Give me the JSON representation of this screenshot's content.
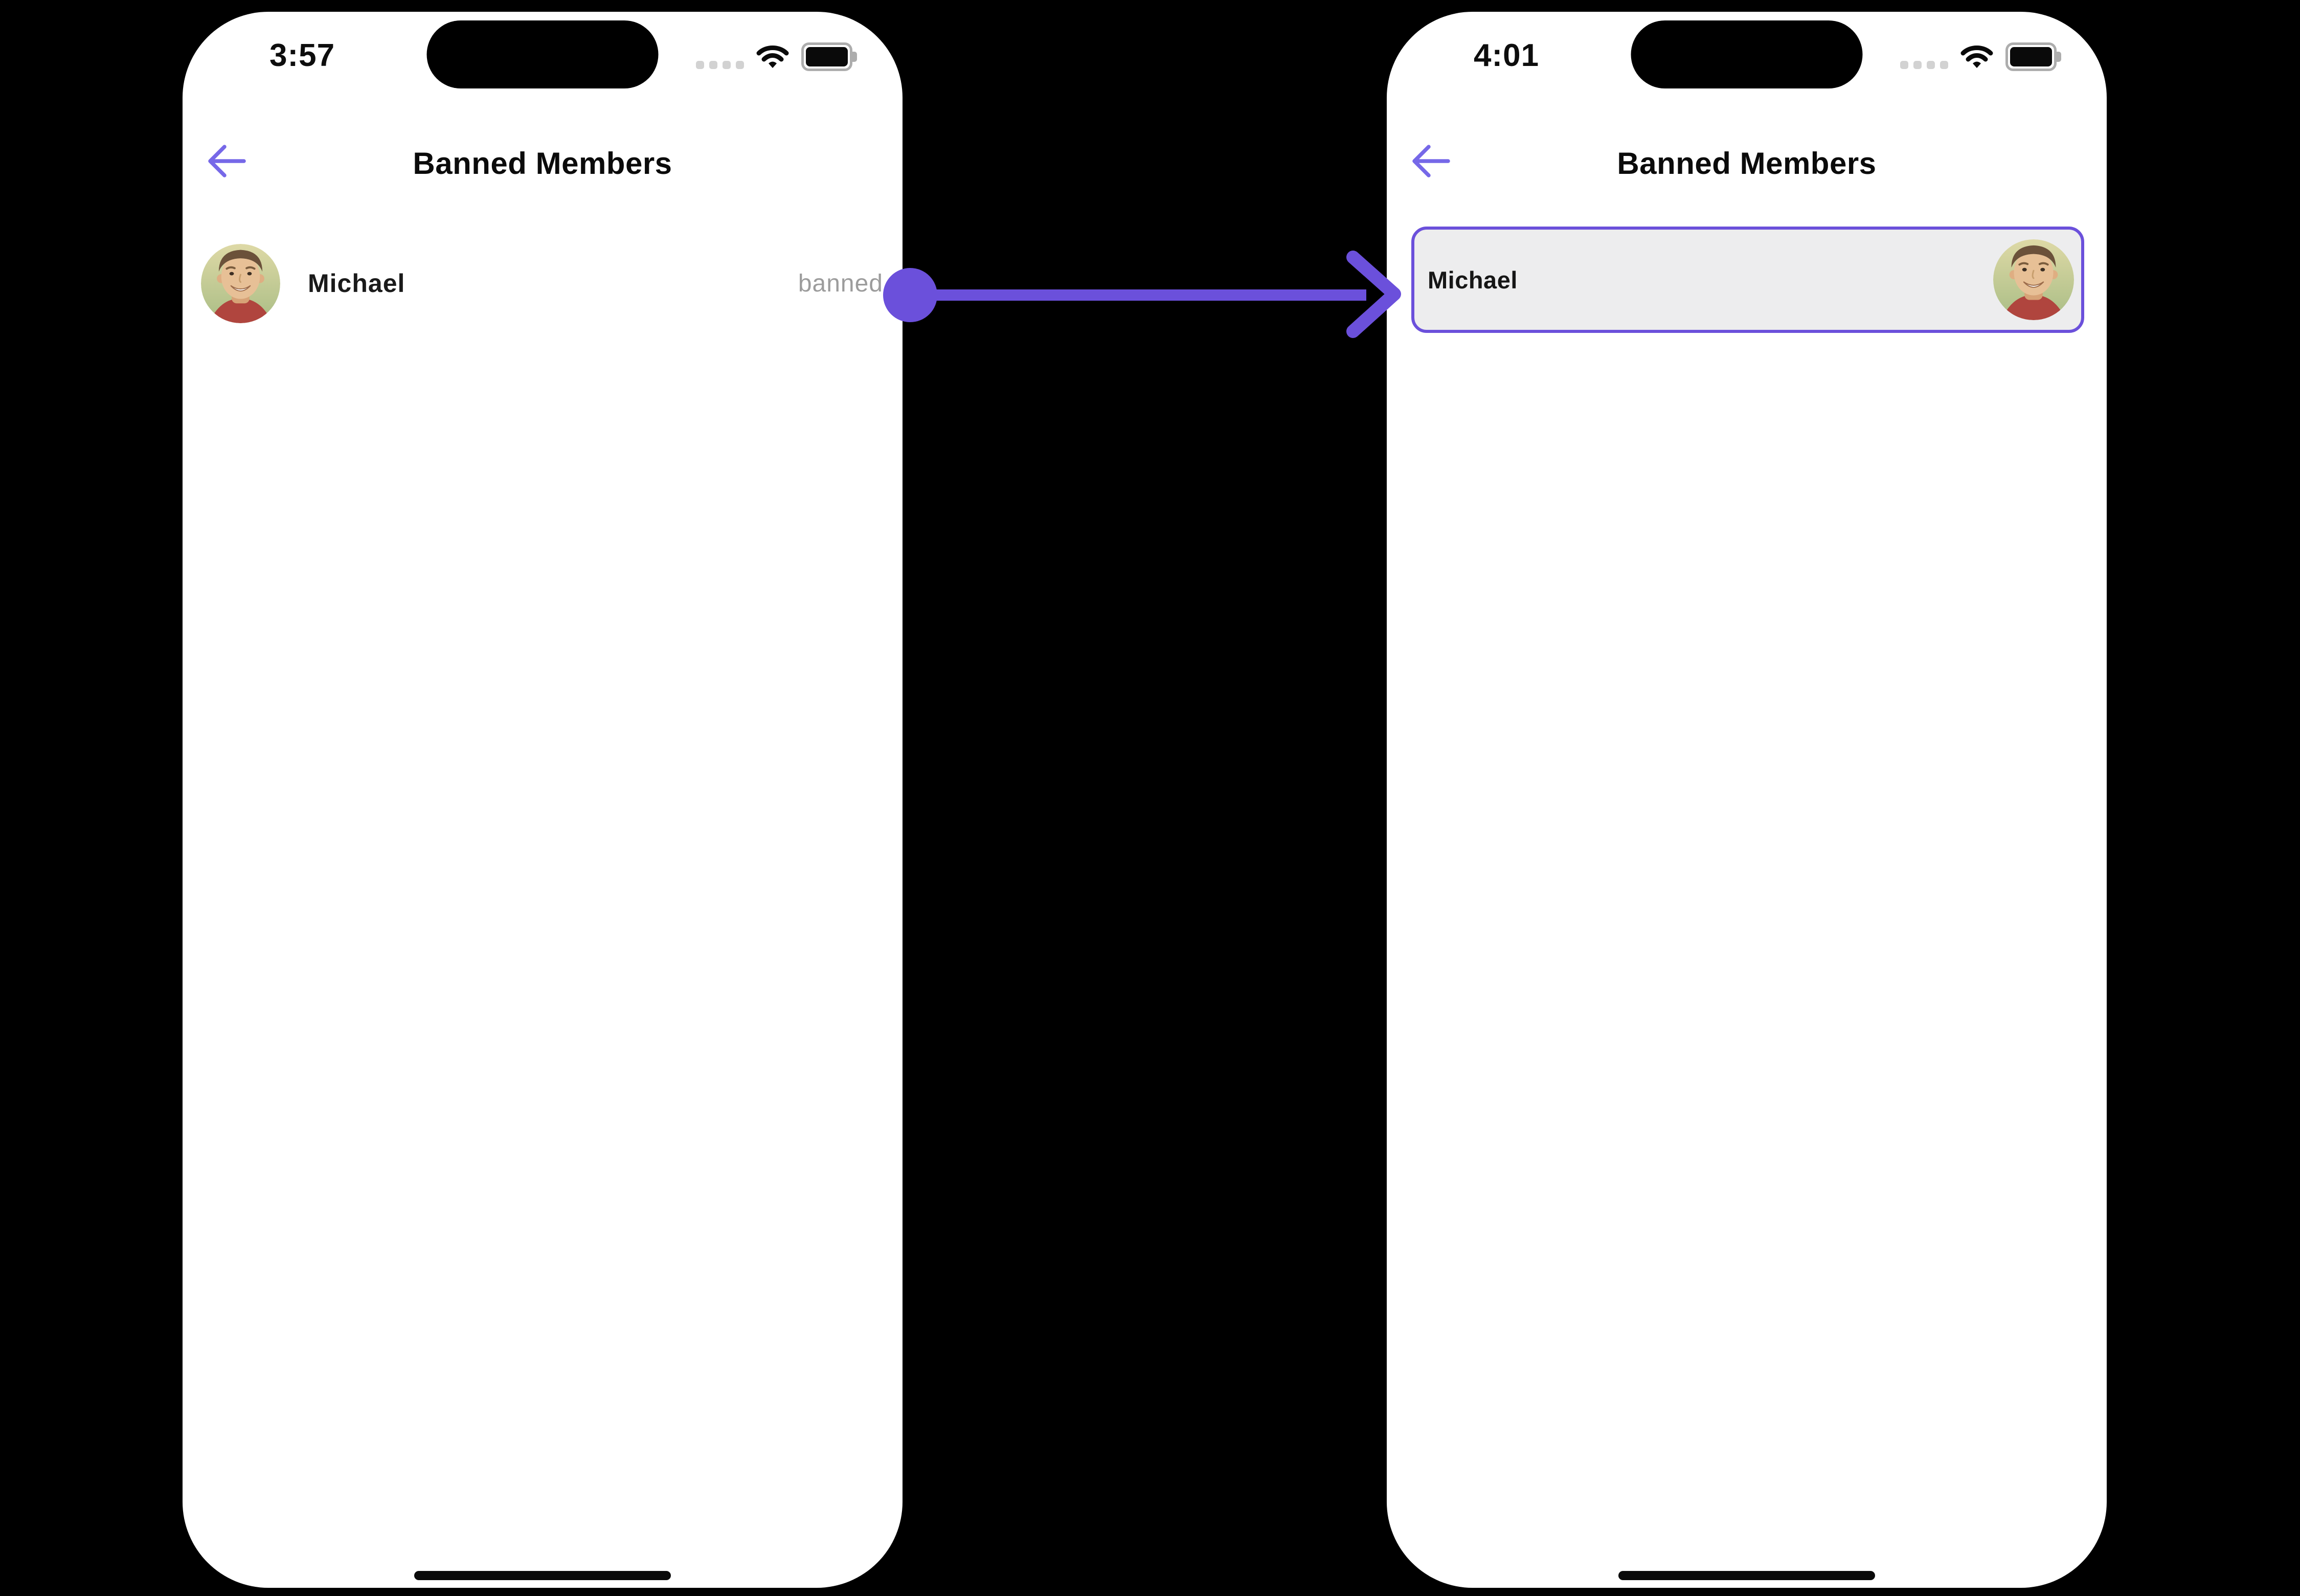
{
  "colors": {
    "arrow": "#6b50db",
    "back_arrow": "#7668e8",
    "banned_text": "#9c9c9c",
    "card_bg": "#ededee",
    "card_border": "#6b50db"
  },
  "left_screen": {
    "status_bar": {
      "time": "3:57"
    },
    "header": {
      "title": "Banned Members"
    },
    "member": {
      "name": "Michael",
      "status": "banned"
    }
  },
  "right_screen": {
    "status_bar": {
      "time": "4:01"
    },
    "header": {
      "title": "Banned Members"
    },
    "member": {
      "name": "Michael"
    }
  }
}
